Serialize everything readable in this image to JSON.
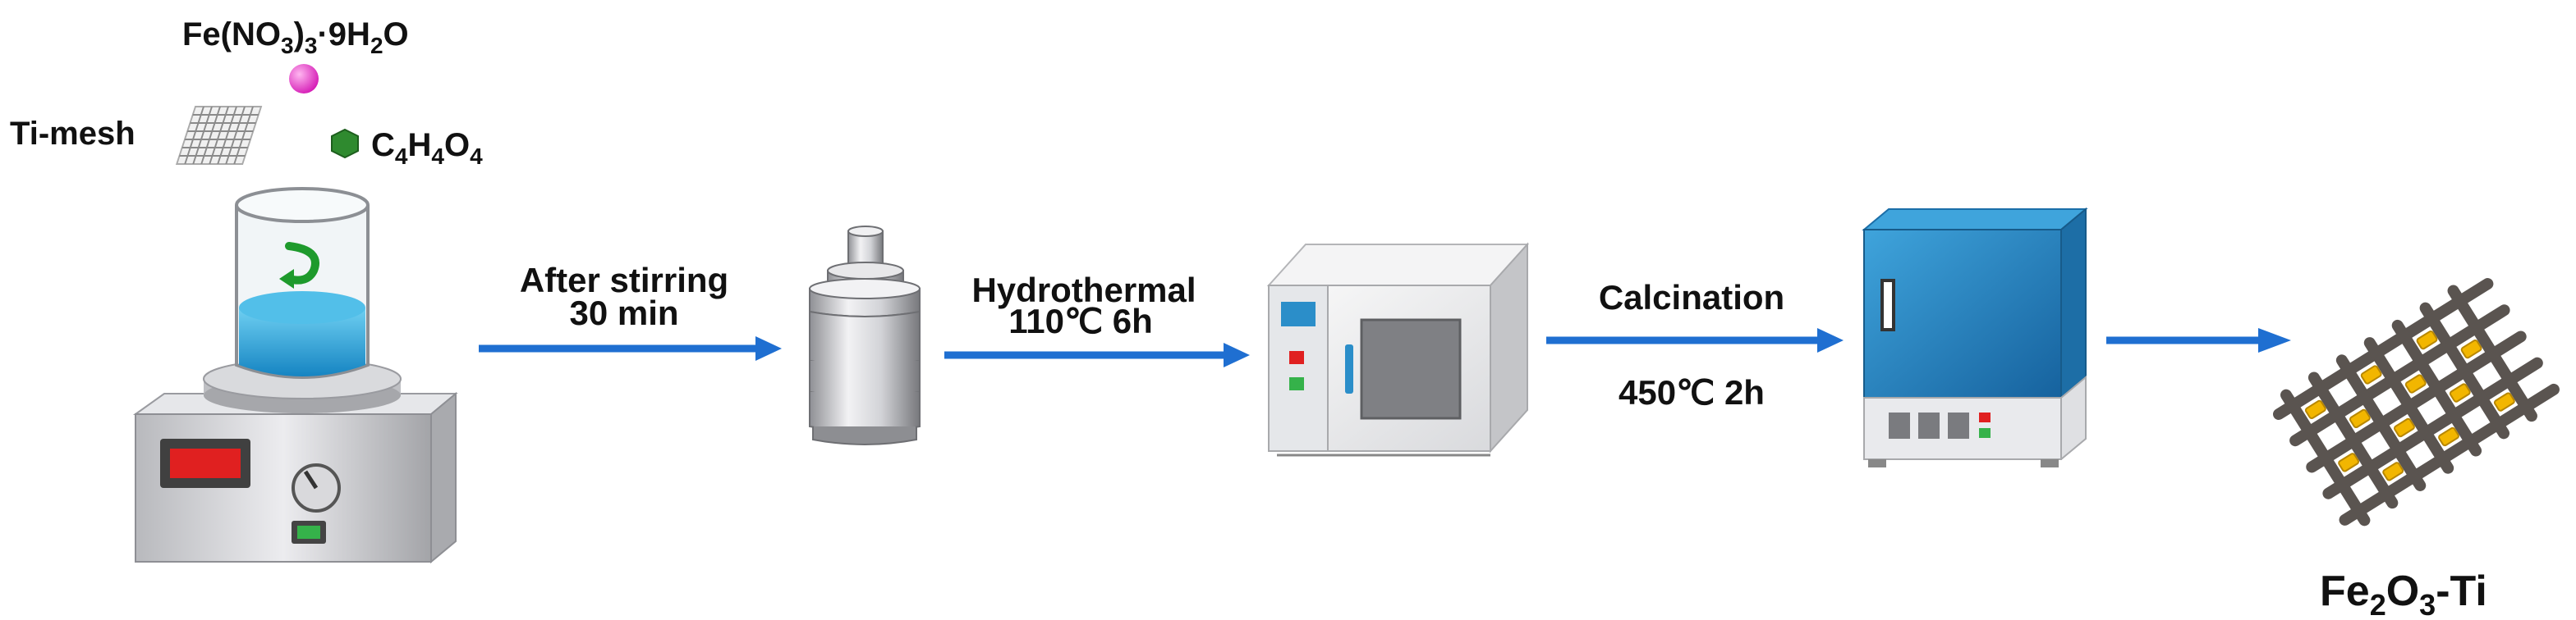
{
  "reagents": {
    "iron_salt": {
      "base": "Fe(NO",
      "sub1": "3",
      "mid": ")",
      "sub2": "3",
      "tail": "·9H",
      "sub3": "2",
      "end": "O"
    },
    "mesh": "Ti-mesh",
    "acid": {
      "p1": "C",
      "s1": "4",
      "p2": "H",
      "s2": "4",
      "p3": "O",
      "s3": "4"
    }
  },
  "steps": {
    "stir": {
      "line1": "After stirring",
      "line2": "30 min"
    },
    "hydro": {
      "line1": "Hydrothermal",
      "line2": "110℃ 6h"
    },
    "calc": {
      "line1": "Calcination",
      "line2": "450℃ 2h"
    }
  },
  "product": {
    "p1": "Fe",
    "s1": "2",
    "p2": "O",
    "s2": "3",
    "p3": "-Ti"
  },
  "colors": {
    "arrow": "#1f6fd1",
    "solution": "#2aa6d8",
    "furnace_blue": "#2b8ec9",
    "iron_sphere": "#ee4fd0",
    "acid_crystal": "#2f8a2f",
    "display_red": "#e02020",
    "fe2o3_gold": "#f2b600",
    "mesh_gray": "#6a6460"
  }
}
